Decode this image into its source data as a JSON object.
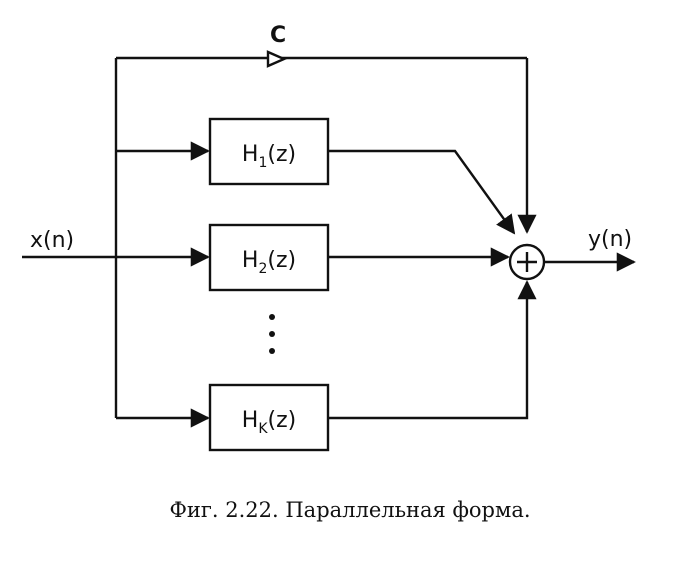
{
  "signals": {
    "input": "x(n)",
    "output": "y(n)",
    "direct_gain": "C"
  },
  "blocks": [
    {
      "letter": "H",
      "sub": "1",
      "arg": "(z)"
    },
    {
      "letter": "H",
      "sub": "2",
      "arg": "(z)"
    },
    {
      "letter": "H",
      "sub": "K",
      "arg": "(z)"
    }
  ],
  "caption": "Фиг. 2.22. Параллельная форма."
}
